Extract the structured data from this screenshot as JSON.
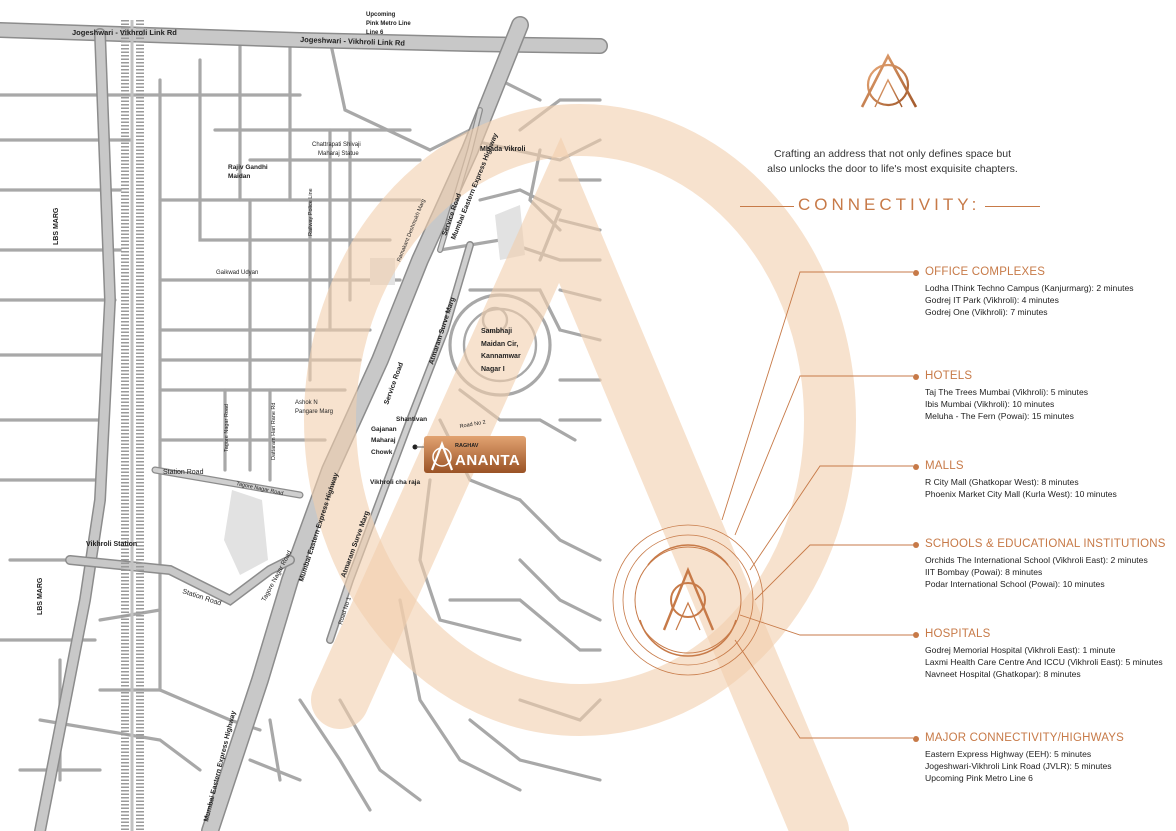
{
  "map": {
    "roads": {
      "jvlr_1": "Jogeshwari - Vikhroli Link Rd",
      "jvlr_2": "Jogeshwari - Vikhroli Link Rd",
      "metro": [
        "Upcoming",
        "Pink Metro Line",
        "Line 6"
      ],
      "eeh_1": "Mumbai Eastern Express Highway",
      "eeh_2": "Mumbai Eastern Express Highway",
      "eeh_3": "Mumbai Eastern Express Highway",
      "lbs": "LBS MARG",
      "service_road_1": "Service Road",
      "service_road_2": "Service Road",
      "atmaram_1": "Atmaram Surve Marg",
      "atmaram_2": "Atmaram Surve Marg",
      "railway_police": "Railway Police Line",
      "ramakant": "Ramakant Deshmukh Marg",
      "tagore_1": "Tagore Nagar Road",
      "tagore_2": "Tagore Nagar Road",
      "tagore_3": "Tagore Nagar Road",
      "dattaram": "Dattaram Hari Rane Rd",
      "station_1": "Station Road",
      "station_2": "Station Road",
      "road_no1": "Road No 1",
      "road_no2": "Road No 2"
    },
    "places": {
      "mhada": "Mhada Vikroli",
      "shivaji": [
        "Chattrapati Shivaji",
        "Maharaj Statue"
      ],
      "rajiv": [
        "Rajiv Gandhi",
        "Maidan"
      ],
      "gaikwad": "Gaikwad Udyan",
      "sambhaji": [
        "Sambhaji",
        "Maidan Cir,",
        "Kannamwar",
        "Nagar I"
      ],
      "ashok": [
        "Ashok N",
        "Pangare Marg"
      ],
      "shantivan": "Shantivan",
      "gajanan": [
        "Gajanan",
        "Maharaj",
        "Chowk"
      ],
      "vikhroli_raja": "Vikhroli cha raja",
      "vikhroli_station": "Vikhroli Station"
    },
    "pin": {
      "small": "RAGHAV",
      "big": "ANANTA"
    }
  },
  "panel": {
    "tagline": [
      "Crafting an address that not only defines space but",
      "also unlocks the door to life's most exquisite chapters."
    ],
    "connectivity_title": "CONNECTIVITY:",
    "categories": [
      {
        "title": "OFFICE COMPLEXES",
        "items": [
          "Lodha IThink Techno Campus (Kanjurmarg): 2 minutes",
          "Godrej IT Park (Vikhroli): 4 minutes",
          "Godrej One (Vikhroli): 7 minutes"
        ]
      },
      {
        "title": "HOTELS",
        "items": [
          "Taj The Trees Mumbai (Vikhroli): 5 minutes",
          "Ibis Mumbai (Vikhroli): 10 minutes",
          "Meluha - The Fern (Powai): 15 minutes"
        ]
      },
      {
        "title": "MALLS",
        "items": [
          "R City Mall (Ghatkopar West): 8 minutes",
          "Phoenix Market City Mall (Kurla West): 10 minutes"
        ]
      },
      {
        "title": "SCHOOLS & EDUCATIONAL INSTITUTIONS",
        "items": [
          "Orchids The International School (Vikhroli East): 2 minutes",
          "IIT Bombay (Powai): 8 minutes",
          "Podar International School (Powai): 10 minutes"
        ]
      },
      {
        "title": "HOSPITALS",
        "items": [
          "Godrej Memorial Hospital (Vikhroli East): 1 minute",
          "Laxmi Health Care Centre And ICCU (Vikhroli East): 5 minutes",
          "Navneet Hospital (Ghatkopar): 8 minutes"
        ]
      },
      {
        "title": "MAJOR CONNECTIVITY/HIGHWAYS",
        "items": [
          "Eastern Express Highway (EEH): 5 minutes",
          "Jogeshwari-Vikhroli Link Road (JVLR): 5 minutes",
          "Upcoming Pink Metro Line 6"
        ]
      }
    ]
  },
  "colors": {
    "accent": "#c77a48",
    "road_fill": "#c9c9c9",
    "road_edge": "#9a9a9a",
    "watermark": "#f6dcc4"
  }
}
